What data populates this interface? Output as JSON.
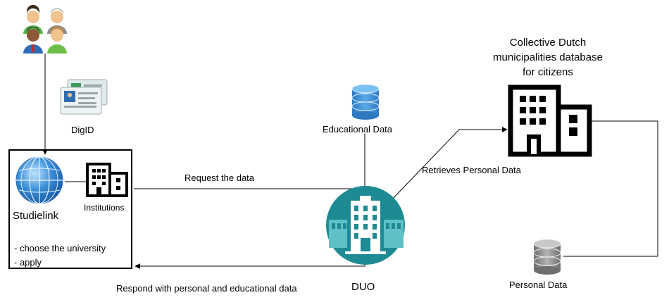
{
  "users": {
    "label": ""
  },
  "digid": {
    "label": "DigID"
  },
  "studielink": {
    "title": "Studielink",
    "institutions_label": "Institutions",
    "steps": [
      "- choose the university",
      "- apply"
    ]
  },
  "educational_data": {
    "label": "Educational Data"
  },
  "duo": {
    "label": "DUO"
  },
  "municipalities": {
    "title_lines": [
      "Collective Dutch",
      "municipalities database",
      "for citizens"
    ]
  },
  "personal_data": {
    "label": "Personal Data"
  },
  "edges": {
    "request": "Request the data",
    "respond": "Respond with personal and educational data",
    "retrieves": "Retrieves Personal Data"
  },
  "colors": {
    "duo_teal": "#1e8a93",
    "globe_blue": "#3a8fd8",
    "db_blue": "#3c8cd6",
    "db_gray": "#8a8a8a"
  }
}
